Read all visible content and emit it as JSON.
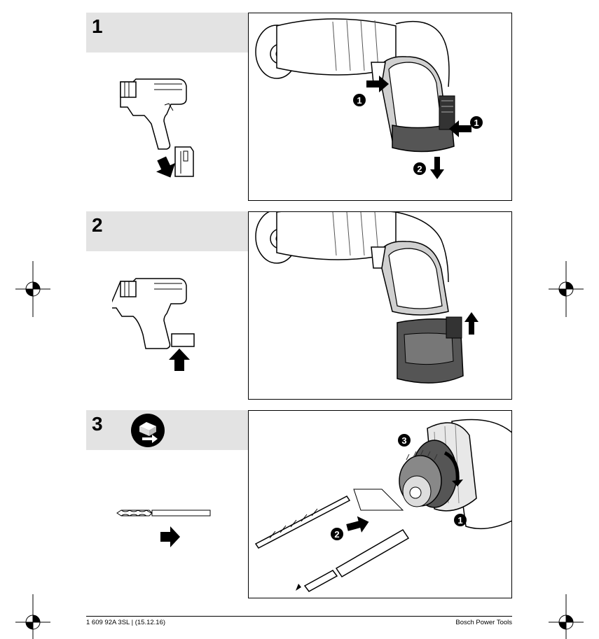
{
  "steps": [
    {
      "number": "1",
      "callouts": [
        "1",
        "1",
        "2"
      ]
    },
    {
      "number": "2"
    },
    {
      "number": "3",
      "callouts": [
        "3",
        "2",
        "1"
      ],
      "icon": "bit-change-icon"
    }
  ],
  "footer": {
    "left": "1 609 92A 3SL | (15.12.16)",
    "right": "Bosch Power Tools"
  },
  "icons": [
    "drill-icon",
    "battery-icon",
    "arrow-down-icon",
    "arrow-up-icon",
    "arrow-right-icon",
    "registration-mark-icon"
  ]
}
